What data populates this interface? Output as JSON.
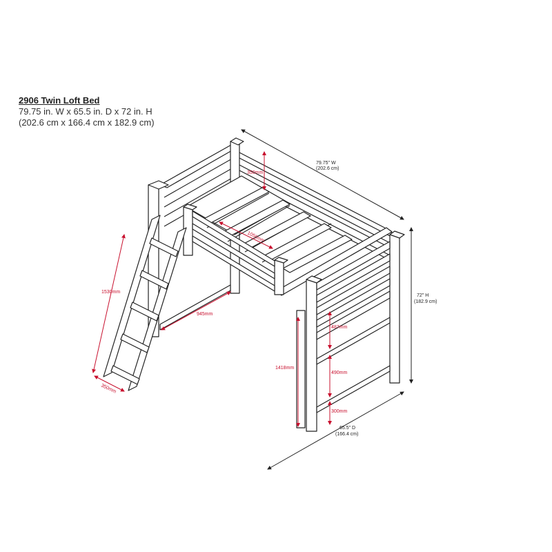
{
  "header": {
    "title": "2906  Twin Loft Bed",
    "dimensions_in": "79.75 in. W x 65.5 in. D x 72 in. H",
    "dimensions_cm": "(202.6 cm x 166.4 cm x 182.9 cm)"
  },
  "overall": {
    "width_in": "79.75\" W",
    "width_cm": "(202.6 cm)",
    "height_in": "72\" H",
    "height_cm": "(182.9 cm)",
    "depth_in": "65.5\" D",
    "depth_cm": "(166.4 cm)"
  },
  "measurements": {
    "guardrail_height": "350mm",
    "deck_span": "1056mm",
    "ladder_height": "1530mm",
    "ladder_width": "350mm",
    "ladder_clearance": "945mm",
    "under_bed_height": "1418mm",
    "upper_gap": "487mm",
    "middle_gap": "490mm",
    "lower_gap": "300mm"
  },
  "colors": {
    "line": "#222222",
    "dimension": "#c8102e"
  }
}
